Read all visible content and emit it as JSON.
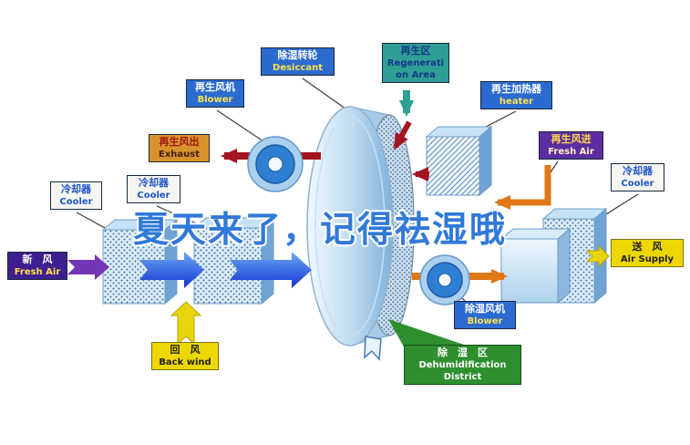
{
  "watermark": {
    "text": "夏天来了，记得祛湿哦",
    "color": "#3179d8"
  },
  "labels": {
    "cooler_left_1": {
      "lines": [
        "冷却器",
        "Cooler"
      ]
    },
    "cooler_left_2": {
      "lines": [
        "冷却器",
        "Cooler"
      ]
    },
    "regen_blower": {
      "lines": [
        "再生风机",
        "Blower"
      ]
    },
    "desiccant_wheel": {
      "lines": [
        "除湿转轮",
        "Desiccant"
      ]
    },
    "regen_area": {
      "lines": [
        "再生区",
        "Regenerati",
        "on Area"
      ]
    },
    "regen_heater": {
      "lines": [
        "再生加热器",
        "heater"
      ]
    },
    "exhaust": {
      "lines": [
        "再生风出",
        "Exhaust"
      ]
    },
    "regen_fresh_air": {
      "lines": [
        "再生风进",
        "Fresh Air"
      ]
    },
    "cooler_right": {
      "lines": [
        "冷却器",
        "Cooler"
      ]
    },
    "fresh_air": {
      "lines": [
        "新　风",
        "Fresh Air"
      ]
    },
    "back_wind": {
      "lines": [
        "回　风",
        "Back wind"
      ]
    },
    "air_supply": {
      "lines": [
        "送　风",
        "Air Supply"
      ]
    },
    "dehumid_blower": {
      "lines": [
        "除湿风机",
        "Blower"
      ]
    },
    "dehumid_district": {
      "lines": [
        "除　湿　区",
        "Dehumidification",
        "District"
      ]
    }
  },
  "palette": {
    "label_blue": "#2b6bd0",
    "label_teal": "#2f9e94",
    "label_orange": "#d8922c",
    "label_purple": "#5c2da0",
    "label_indigo": "#3f1f8f",
    "label_yellow": "#ecd800",
    "label_green": "#2f8f2f",
    "arrow_blue": "#1434d0",
    "arrow_red": "#a31520",
    "arrow_orange": "#e07818",
    "arrow_purple": "#7535b5",
    "arrow_yellow": "#e8d40a",
    "arrow_teal": "#2f9e94",
    "component_blue": "#2e7fd2"
  }
}
